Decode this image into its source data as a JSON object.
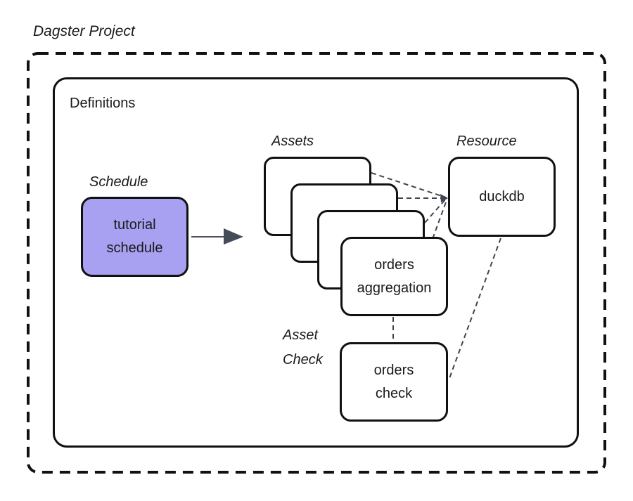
{
  "title": "Dagster Project",
  "definitions": {
    "label": "Definitions"
  },
  "schedule": {
    "group_label": "Schedule",
    "node": {
      "line1": "tutorial",
      "line2": "schedule"
    }
  },
  "assets": {
    "group_label": "Assets",
    "stack_count": 4,
    "front_node": {
      "line1": "orders",
      "line2": "aggregation"
    }
  },
  "resource": {
    "group_label": "Resource",
    "node": {
      "label": "duckdb"
    }
  },
  "asset_check": {
    "group_label": {
      "line1": "Asset",
      "line2": "Check"
    },
    "node": {
      "line1": "orders",
      "line2": "check"
    }
  },
  "connections": [
    {
      "from": "tutorial-schedule",
      "to": "asset-stack",
      "style": "solid-arrow"
    },
    {
      "from": "asset-stack-1",
      "to": "duckdb",
      "style": "dashed"
    },
    {
      "from": "asset-stack-2",
      "to": "duckdb",
      "style": "dashed"
    },
    {
      "from": "asset-stack-3",
      "to": "duckdb",
      "style": "dashed"
    },
    {
      "from": "orders-aggregation",
      "to": "duckdb",
      "style": "dashed"
    },
    {
      "from": "orders-aggregation",
      "to": "orders-check",
      "style": "dashed"
    },
    {
      "from": "duckdb",
      "to": "orders-check",
      "style": "dashed"
    }
  ],
  "colors": {
    "background": "#ffffff",
    "text": "#1a1a1a",
    "node_border": "#111111",
    "schedule_node_fill": "#a8a0f0",
    "connector_dashed": "#3d4550",
    "solid_arrow": "#454c57"
  }
}
